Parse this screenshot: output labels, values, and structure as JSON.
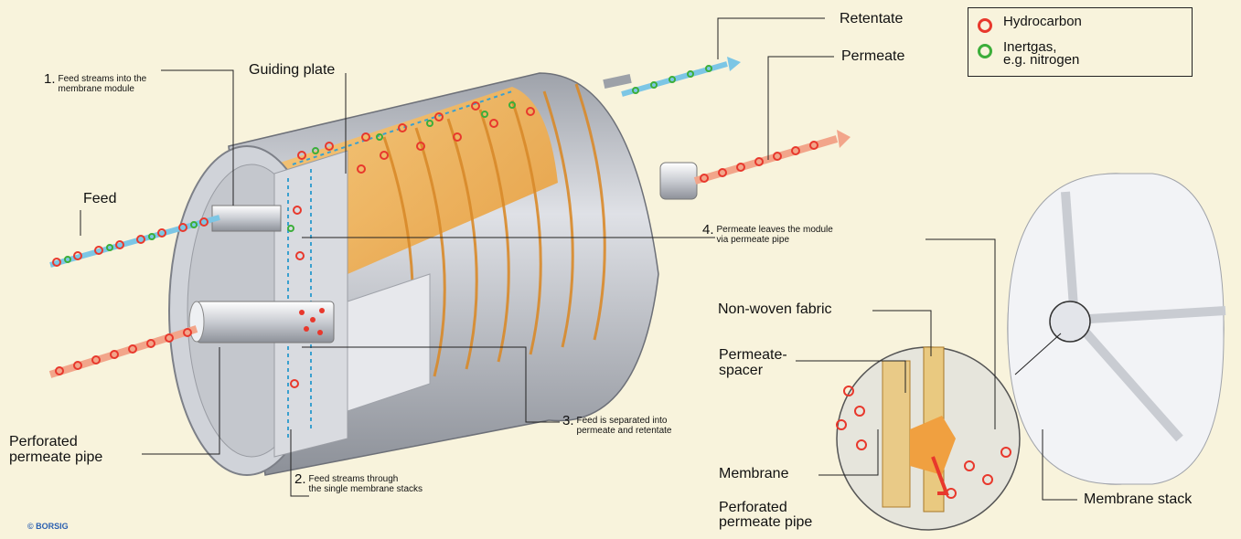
{
  "legend": {
    "hydrocarbon": "Hydrocarbon",
    "inertgas_line1": "Inertgas,",
    "inertgas_line2": "e.g. nitrogen",
    "colors": {
      "hydrocarbon": "#e8382c",
      "inertgas": "#3cae3a"
    }
  },
  "labels": {
    "retentate": "Retentate",
    "permeate": "Permeate",
    "guiding_plate": "Guiding plate",
    "feed": "Feed",
    "perforated_permeate_pipe_left_1": "Perforated",
    "perforated_permeate_pipe_left_2": "permeate pipe",
    "non_woven_fabric": "Non-woven fabric",
    "permeate_spacer_1": "Permeate-",
    "permeate_spacer_2": "spacer",
    "membrane": "Membrane",
    "perforated_permeate_pipe_right_1": "Perforated",
    "perforated_permeate_pipe_right_2": "permeate pipe",
    "membrane_stack": "Membrane stack",
    "copyright": "© BORSIG"
  },
  "steps": [
    {
      "num": "1.",
      "line1": "Feed streams into the",
      "line2": "membrane module"
    },
    {
      "num": "2.",
      "line1": "Feed streams through",
      "line2": "the single membrane stacks"
    },
    {
      "num": "3.",
      "line1": "Feed is separated into",
      "line2": "permeate and retentate"
    },
    {
      "num": "4.",
      "line1": "Permeate leaves the module",
      "line2": "via permeate pipe"
    }
  ]
}
